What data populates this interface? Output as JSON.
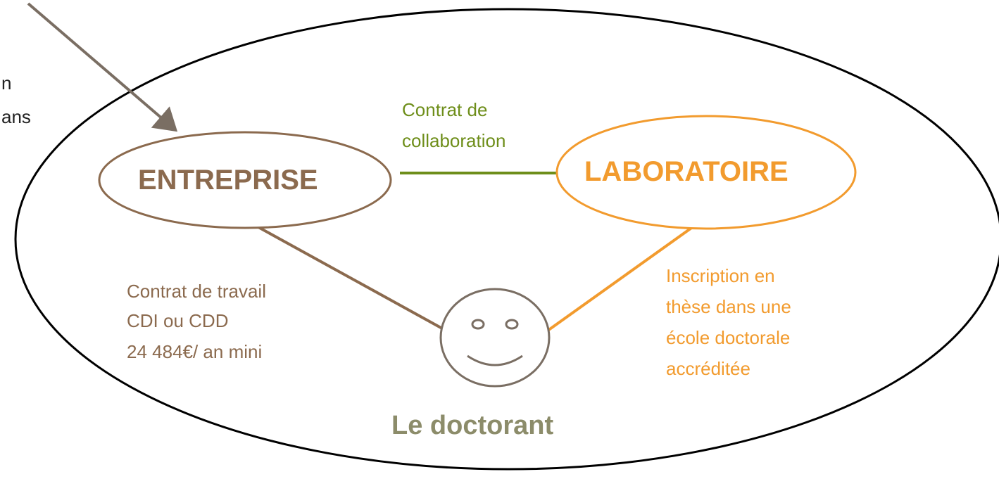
{
  "clipped_left_text": [
    "n",
    "ans"
  ],
  "nodes": {
    "entreprise": {
      "label": "ENTREPRISE",
      "color": "#8B6A4E"
    },
    "laboratoire": {
      "label": "LABORATOIRE",
      "color": "#F29B2E"
    },
    "doctorant": {
      "label": "Le doctorant",
      "color": "#8C8C6A"
    }
  },
  "links": {
    "collaboration": {
      "lines": [
        "Contrat de",
        "collaboration"
      ],
      "color": "#6E8E1A"
    },
    "travail": {
      "lines": [
        "Contrat de travail",
        "CDI ou CDD",
        "24 484€/ an mini"
      ],
      "color": "#8B6A4E"
    },
    "inscription": {
      "lines": [
        "Inscription en",
        "thèse dans une",
        "école doctorale",
        "accréditée"
      ],
      "color": "#F29B2E"
    }
  },
  "colors": {
    "outer_ellipse": "#000000",
    "arrow": "#7A6E63",
    "face": "#7A6E63"
  },
  "icons": {
    "face": "smiley-face-icon",
    "arrow": "arrow-icon"
  }
}
